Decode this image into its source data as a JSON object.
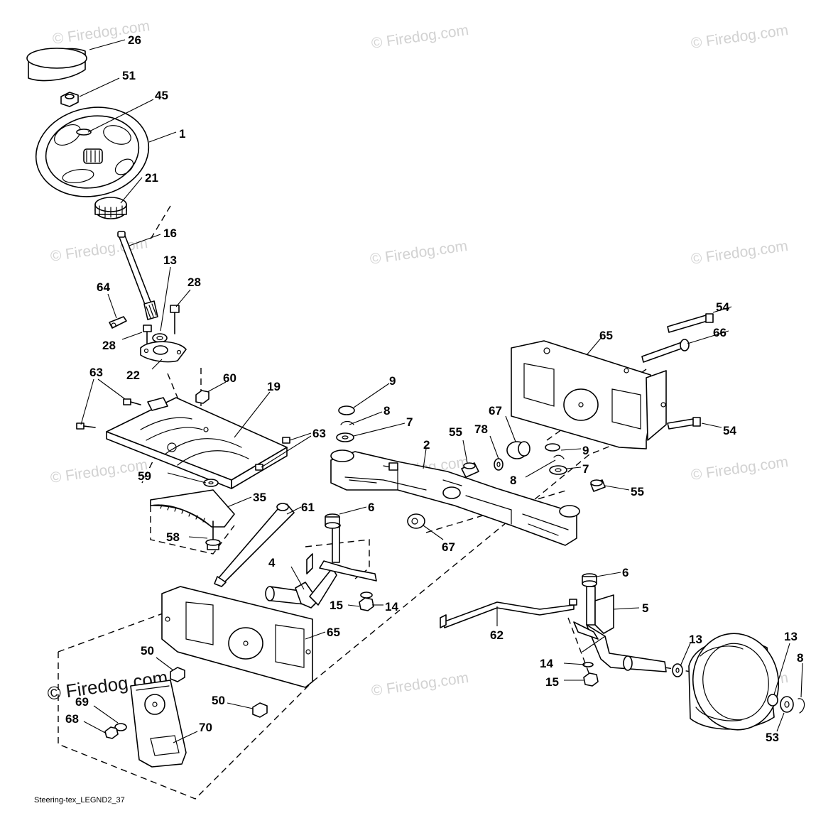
{
  "diagram": {
    "figure_id": "Steering-tex_LEGND2_37",
    "watermark": "© Firedog.com",
    "watermark_prominent": "© Firedog.com"
  },
  "callouts": [
    "26",
    "51",
    "45",
    "1",
    "21",
    "16",
    "13",
    "28",
    "64",
    "28",
    "22",
    "63",
    "60",
    "19",
    "9",
    "8",
    "7",
    "67",
    "55",
    "78",
    "2",
    "9",
    "8",
    "7",
    "55",
    "63",
    "59",
    "35",
    "61",
    "6",
    "58",
    "4",
    "67",
    "6",
    "15",
    "14",
    "65",
    "5",
    "62",
    "13",
    "13",
    "8",
    "14",
    "15",
    "50",
    "69",
    "68",
    "50",
    "70",
    "53",
    "54",
    "66",
    "65",
    "54"
  ]
}
